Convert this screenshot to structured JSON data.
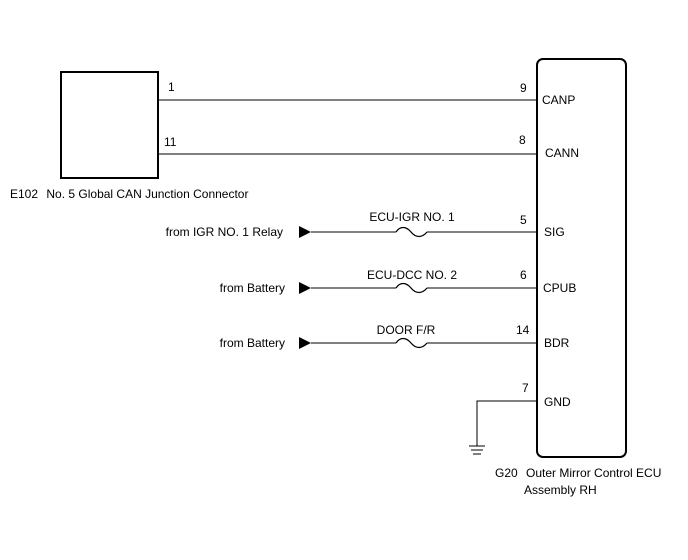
{
  "connector_e102": {
    "code": "E102",
    "name": "No. 5 Global CAN Junction Connector",
    "pins": [
      "1",
      "11"
    ]
  },
  "ecu_g20": {
    "code": "G20",
    "name_line1": "Outer Mirror Control ECU",
    "name_line2": "Assembly RH",
    "pins": [
      {
        "number": "9",
        "name": "CANP"
      },
      {
        "number": "8",
        "name": "CANN"
      },
      {
        "number": "5",
        "name": "SIG"
      },
      {
        "number": "6",
        "name": "CPUB"
      },
      {
        "number": "14",
        "name": "BDR"
      },
      {
        "number": "7",
        "name": "GND"
      }
    ]
  },
  "power_inputs": [
    {
      "source": "from IGR NO. 1 Relay",
      "fuse": "ECU-IGR NO. 1"
    },
    {
      "source": "from Battery",
      "fuse": "ECU-DCC NO. 2"
    },
    {
      "source": "from Battery",
      "fuse": "DOOR F/R"
    }
  ],
  "ground_symbol": "ground-icon",
  "arrow_symbol": "arrow-right-icon",
  "fuse_symbol": "fuse-icon"
}
